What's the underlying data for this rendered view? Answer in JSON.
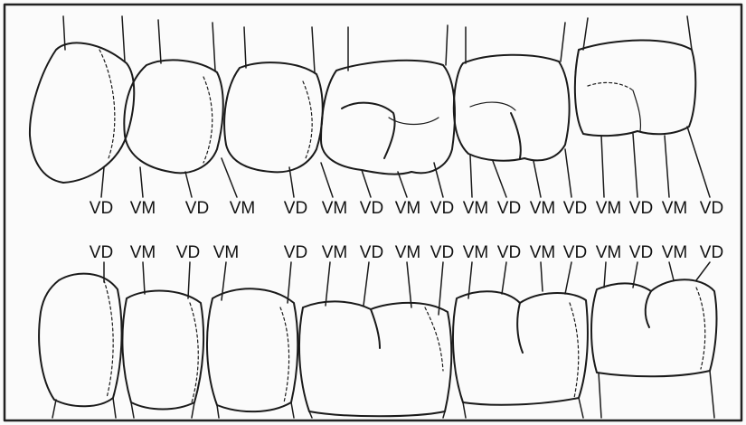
{
  "figure": {
    "upper_labels": [
      "VD",
      "VM",
      "VD",
      "VM",
      "VD",
      "VM",
      "VD",
      "VM",
      "VD",
      "VM",
      "VD",
      "VM",
      "VD",
      "VM",
      "VD",
      "VM",
      "VD"
    ],
    "lower_labels": [
      "VD",
      "VM",
      "VD",
      "VM",
      "VD",
      "VM",
      "VD",
      "VM",
      "VD",
      "VM",
      "VD",
      "VM",
      "VD",
      "VM",
      "VD",
      "VM",
      "VD"
    ],
    "colors": {
      "line": "#1a1a1a",
      "background": "#fbfbfb",
      "border": "#222222"
    }
  }
}
